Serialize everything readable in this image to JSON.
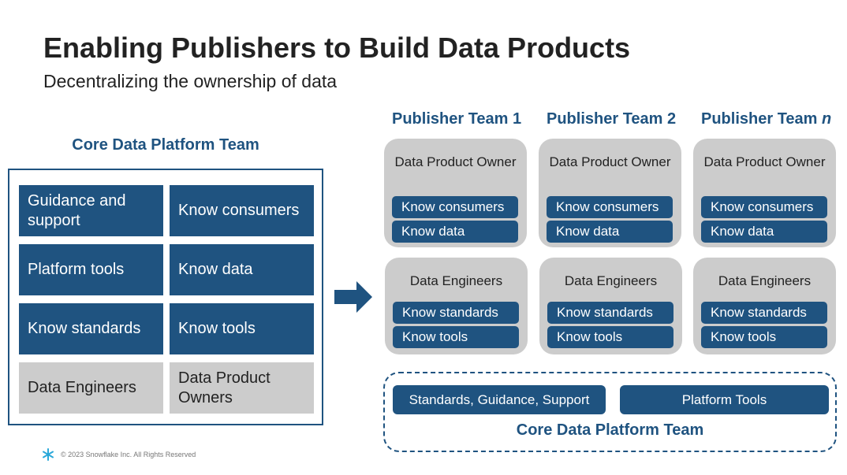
{
  "header": {
    "title": "Enabling Publishers to Build Data Products",
    "subtitle": "Decentralizing the ownership of data"
  },
  "core_platform": {
    "title": "Core Data Platform Team",
    "cells": [
      {
        "label": "Guidance and support",
        "style": "dark"
      },
      {
        "label": "Know consumers",
        "style": "dark"
      },
      {
        "label": "Platform tools",
        "style": "dark"
      },
      {
        "label": "Know data",
        "style": "dark"
      },
      {
        "label": "Know standards",
        "style": "dark"
      },
      {
        "label": "Know tools",
        "style": "dark"
      },
      {
        "label": "Data Engineers",
        "style": "light"
      },
      {
        "label": "Data Product Owners",
        "style": "light"
      }
    ]
  },
  "publisher_teams": [
    {
      "title": "Publisher Team 1",
      "owner_card": {
        "title": "Data Product Owner",
        "items": [
          "Know consumers",
          "Know data"
        ]
      },
      "engineer_card": {
        "title": "Data Engineers",
        "items": [
          "Know standards",
          "Know tools"
        ]
      }
    },
    {
      "title": "Publisher Team 2",
      "owner_card": {
        "title": "Data Product Owner",
        "items": [
          "Know consumers",
          "Know data"
        ]
      },
      "engineer_card": {
        "title": "Data Engineers",
        "items": [
          "Know standards",
          "Know tools"
        ]
      }
    },
    {
      "title_prefix": "Publisher Team",
      "title_suffix": "n",
      "owner_card": {
        "title": "Data Product Owner",
        "items": [
          "Know consumers",
          "Know data"
        ]
      },
      "engineer_card": {
        "title": "Data Engineers",
        "items": [
          "Know standards",
          "Know tools"
        ]
      }
    }
  ],
  "core_support": {
    "buttons": [
      "Standards, Guidance, Support",
      "Platform Tools"
    ],
    "label": "Core Data Platform Team"
  },
  "footer": {
    "logo_icon": "snowflake-icon",
    "copyright": "© 2023 Snowflake Inc. All Rights Reserved"
  },
  "colors": {
    "accent": "#1f5380",
    "light_box": "#cccccc",
    "card_gray": "#cccccc"
  }
}
